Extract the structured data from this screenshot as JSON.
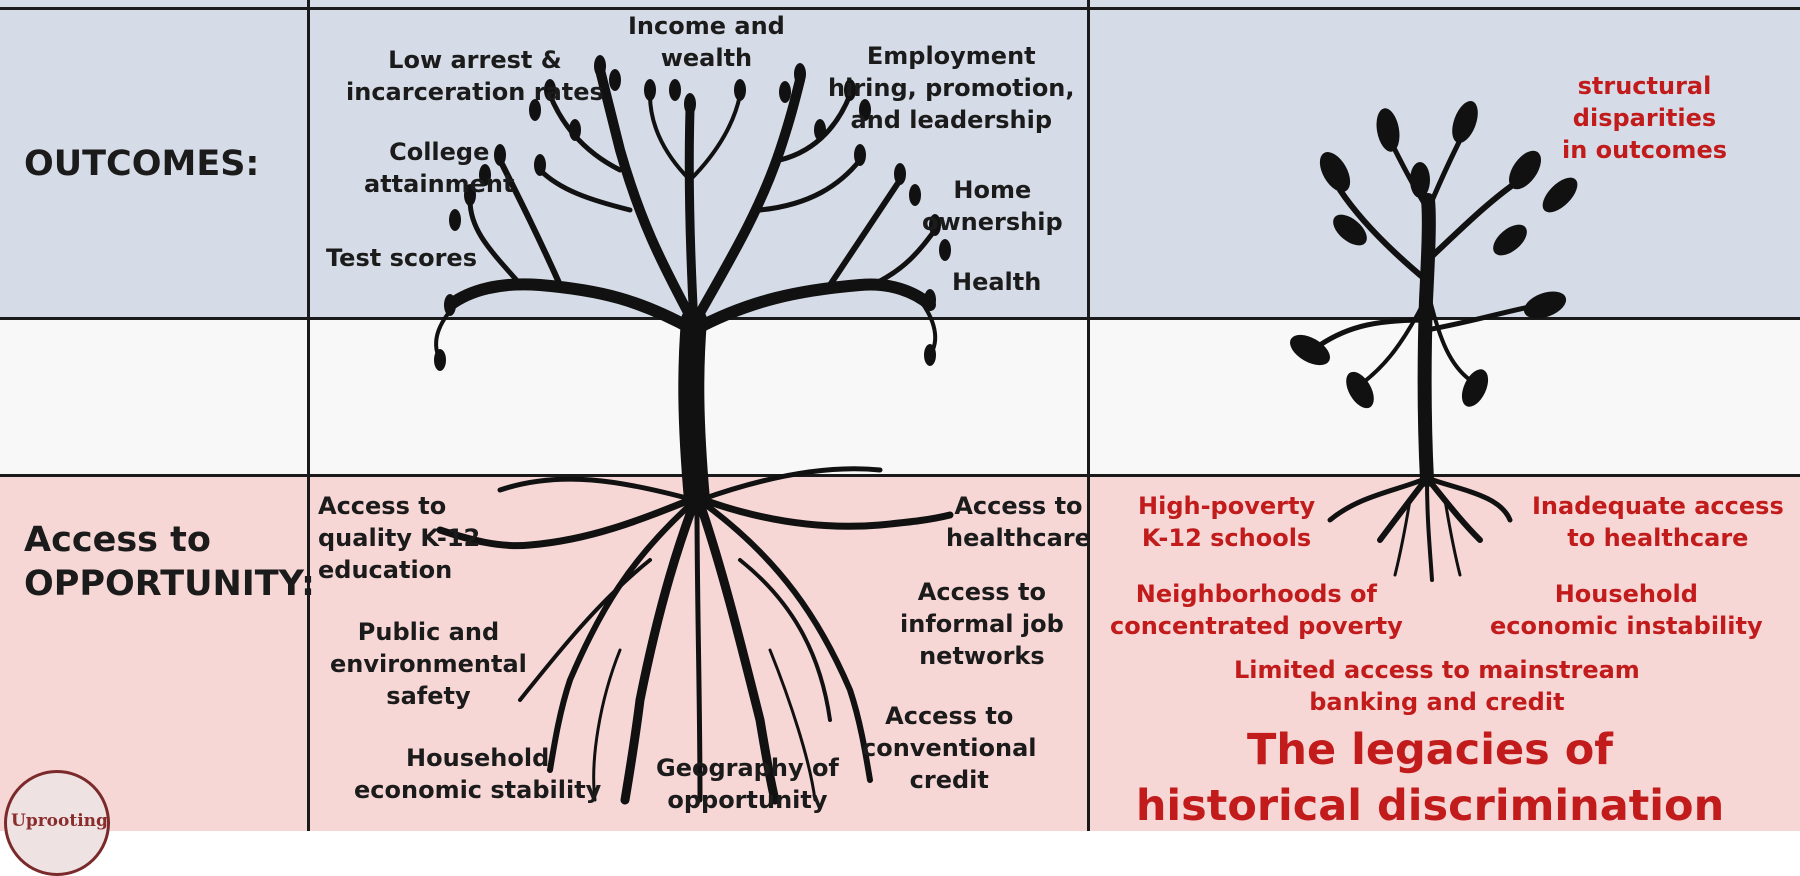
{
  "rows": {
    "outcomes": "OUTCOMES:",
    "access_line1": "Access to",
    "access_line2": "OPPORTUNITY:"
  },
  "healthy_tree": {
    "outcomes": [
      [
        "Income and",
        "wealth"
      ],
      [
        "Low arrest &",
        "incarceration rates"
      ],
      [
        "Employment",
        "hiring, promotion,",
        "and leadership"
      ],
      [
        "College",
        "attainment"
      ],
      [
        "Home",
        "ownership"
      ],
      [
        "Test scores"
      ],
      [
        "Health"
      ]
    ],
    "roots": [
      [
        "Access to",
        "quality K-12",
        "education"
      ],
      [
        "Access to",
        "healthcare"
      ],
      [
        "Access to",
        "informal job",
        "networks"
      ],
      [
        "Public and",
        "environmental",
        "safety"
      ],
      [
        "Access to",
        "conventional",
        "credit"
      ],
      [
        "Household",
        "economic stability"
      ],
      [
        "Geography of",
        "opportunity"
      ]
    ]
  },
  "unhealthy_tree": {
    "outcome": [
      "structural",
      "disparities",
      "in outcomes"
    ],
    "roots": [
      [
        "High-poverty",
        "K-12 schools"
      ],
      [
        "Inadequate access",
        "to healthcare"
      ],
      [
        "Neighborhoods of",
        "concentrated poverty"
      ],
      [
        "Household",
        "economic instability"
      ],
      [
        "Limited access to mainstream",
        "banking and credit"
      ]
    ],
    "title": [
      "The legacies of",
      "historical discrimination"
    ]
  },
  "logo": {
    "text": "Uprooting"
  },
  "colors": {
    "outcomes_band": "#d6dce7",
    "access_band": "#f6d7d6",
    "red_text": "#c21b1b",
    "ink": "#111111"
  }
}
